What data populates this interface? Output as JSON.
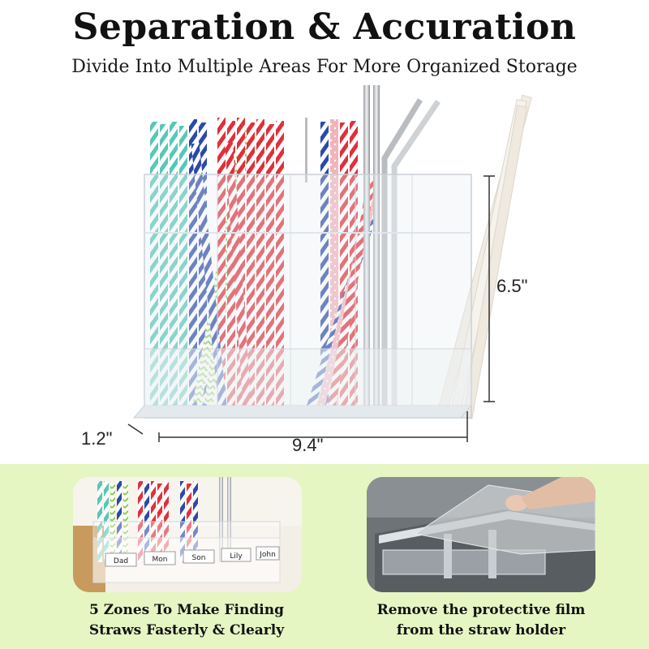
{
  "header": {
    "title": "Separation & Accuration",
    "subtitle": "Divide Into Multiple Areas For More Organized Storage"
  },
  "dimensions": {
    "height": "6.5\"",
    "depth": "1.2\"",
    "width": "9.4\""
  },
  "zones_photo": {
    "name_labels": [
      "Dad",
      "Mon",
      "Son",
      "Lily",
      "John"
    ]
  },
  "captions": {
    "left_line1": "5 Zones To Make Finding",
    "left_line2": "Straws Fasterly & Clearly",
    "right_line1": "Remove the protective film",
    "right_line2": "from the straw holder"
  },
  "colors": {
    "band_background": "#e5f6c2",
    "straw_red": "#e0303a",
    "straw_blue": "#2b4aa8",
    "straw_teal": "#56c7b8",
    "straw_green": "#8ccd4a",
    "straw_pink": "#f3b3b9"
  }
}
